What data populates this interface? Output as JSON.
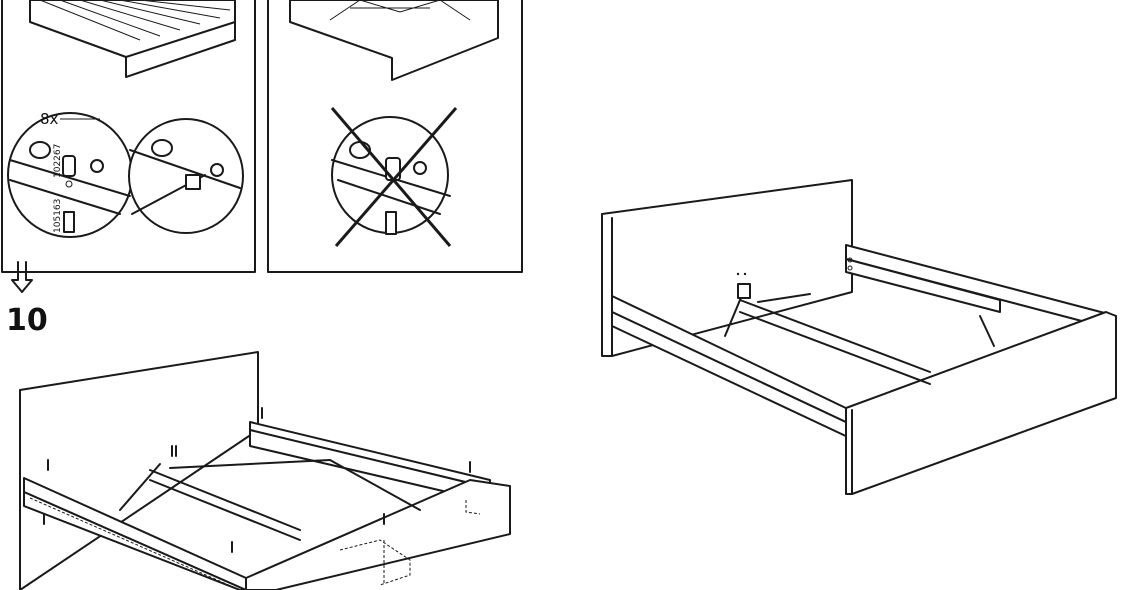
{
  "step_number": "10",
  "hardware_quantity": "8x",
  "part_numbers": {
    "cam_nut": "102267",
    "screw": "105163"
  }
}
